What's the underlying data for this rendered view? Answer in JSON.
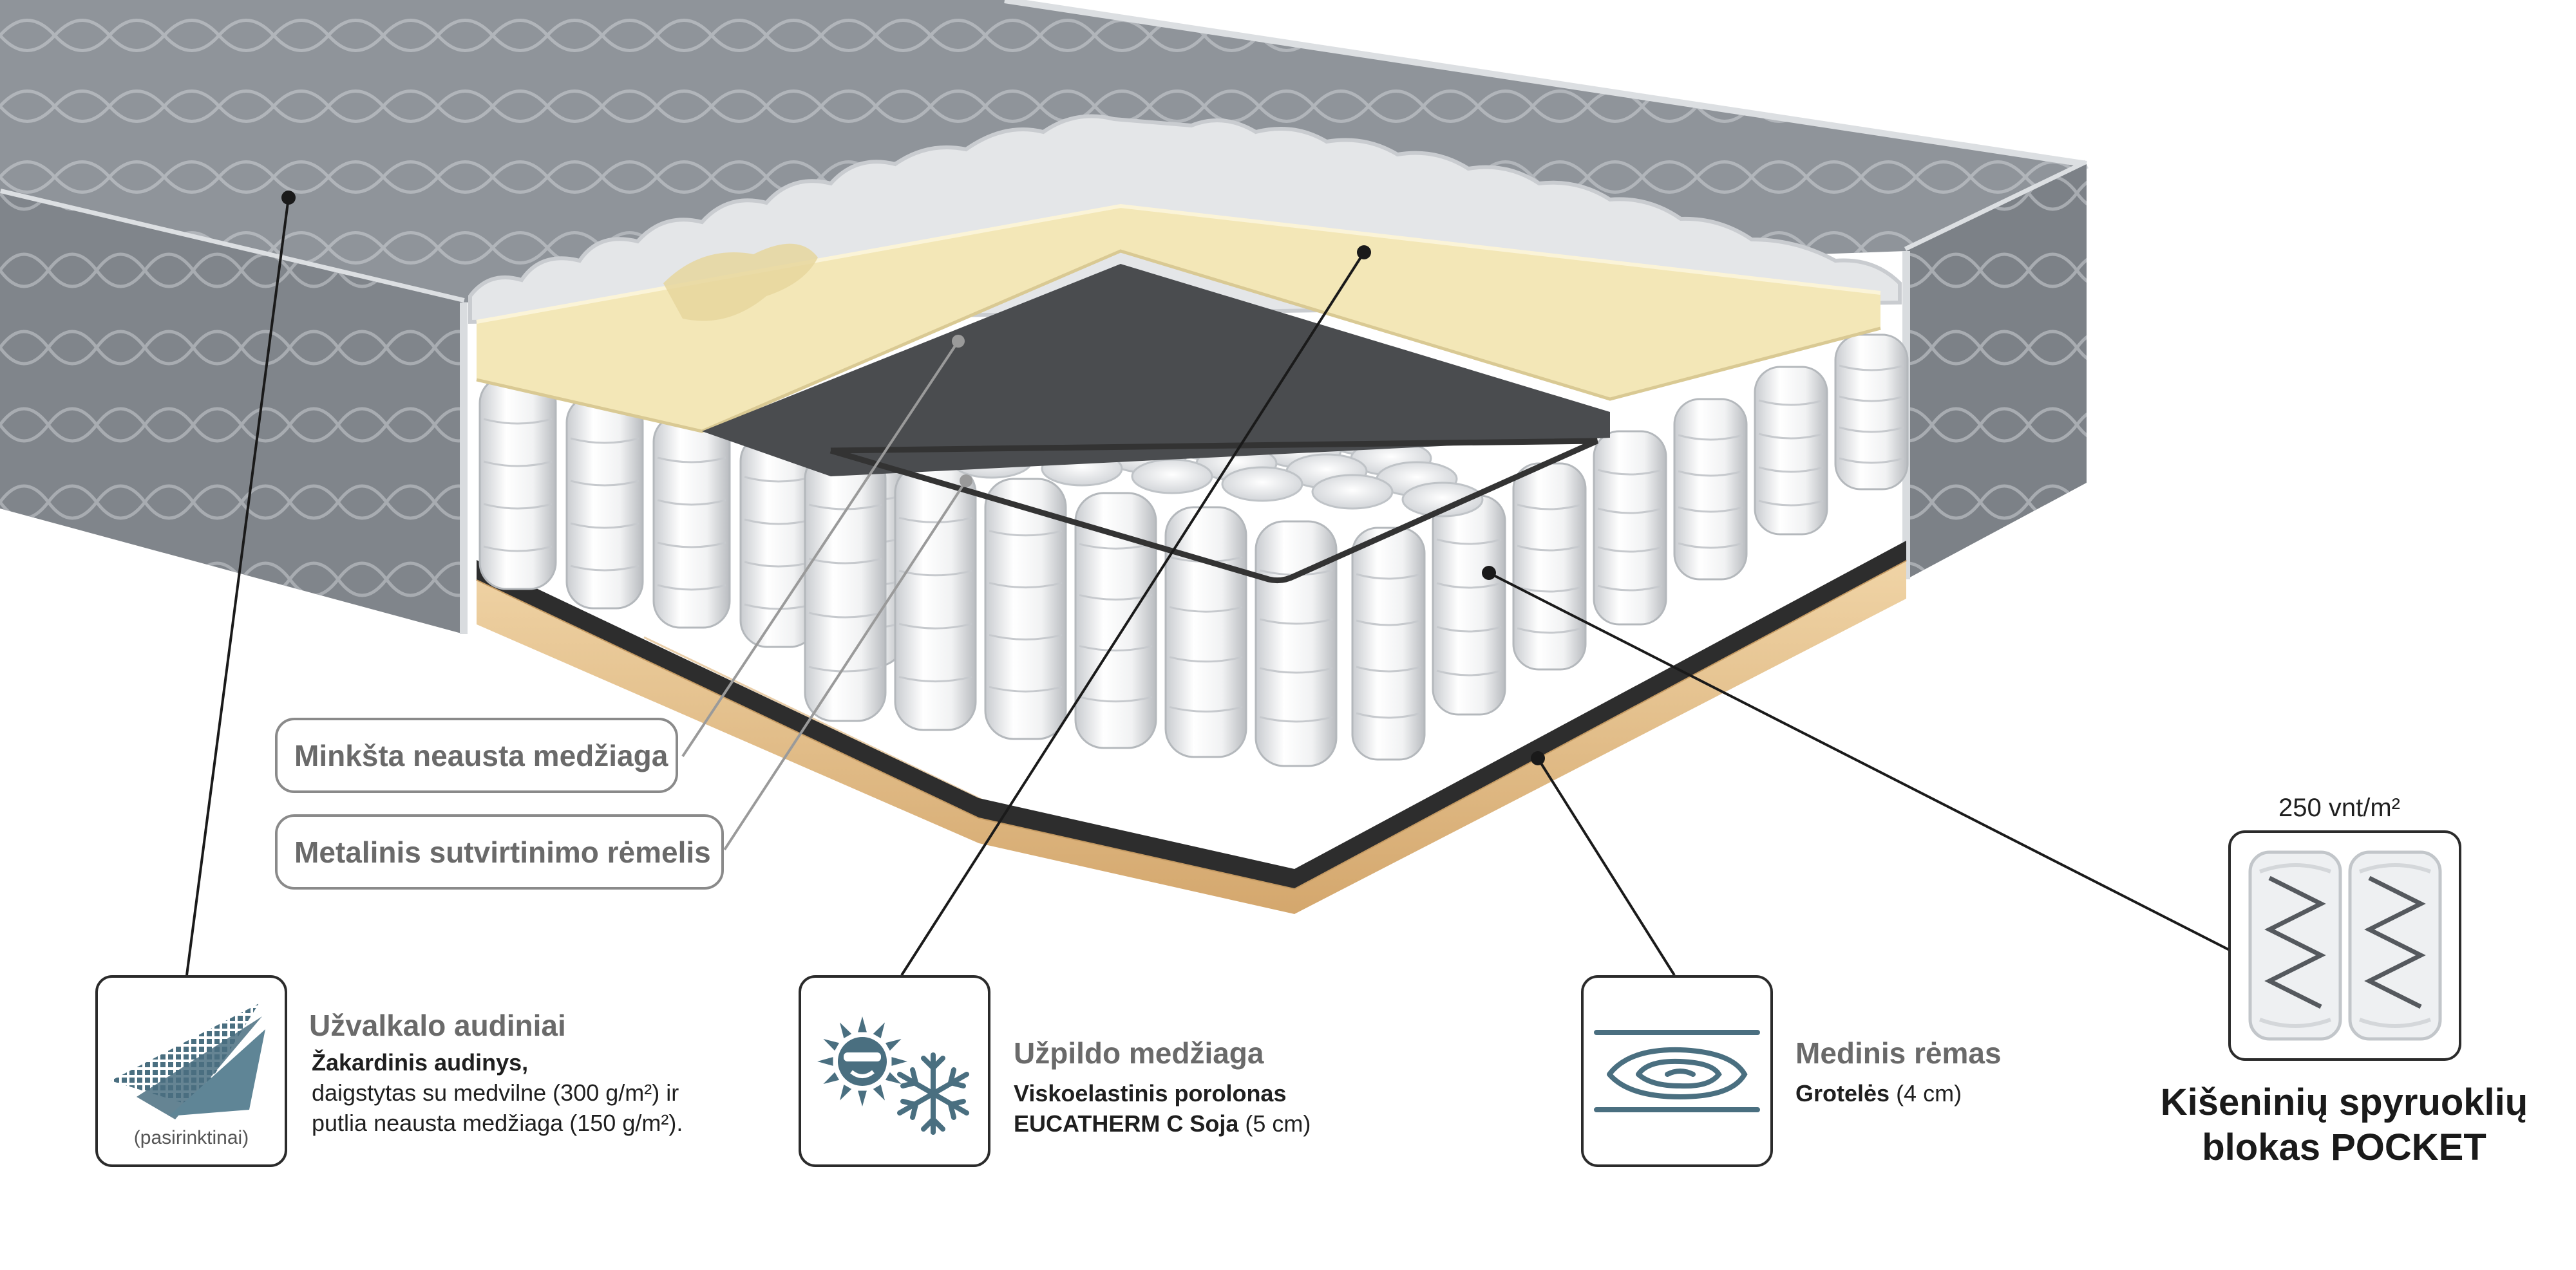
{
  "labels": {
    "minksta": "Minkšta neausta medžiaga",
    "metalinis": "Metalinis sutvirtinimo rėmelis"
  },
  "sections": {
    "uzvalkalo": {
      "title": "Užvalkalo audiniai",
      "line1_bold": "Žakardinis audinys,",
      "line2": "daigstytas su medvilne (300 g/m²) ir",
      "line3": "putlia neausta medžiaga (150 g/m²).",
      "icon_caption": "(pasirinktinai)"
    },
    "uzpildo": {
      "title": "Užpildo medžiaga",
      "line1_bold": "Viskoelastinis porolonas",
      "line2_bold": "EUCATHERM C Soja",
      "line2_rest": " (5 cm)"
    },
    "medinis": {
      "title": "Medinis rėmas",
      "line1_bold": "Grotelės",
      "line1_rest": " (4 cm)"
    },
    "pocket": {
      "density": "250 vnt/m²",
      "title_line1": "Kišeninių spyruoklių",
      "title_line2": "blokas POCKET"
    }
  },
  "icons": {
    "fabric": "fabric-layers-icon",
    "temperature": "sun-snowflake-icon",
    "wood": "wood-grain-icon",
    "springs": "pocket-springs-icon"
  },
  "colors": {
    "mattress_gray": "#8f949a",
    "foam": "#f3e7b7",
    "wood": "#e8c896",
    "icon_blue": "#4a6f80",
    "leader": "#1a1a1a"
  }
}
